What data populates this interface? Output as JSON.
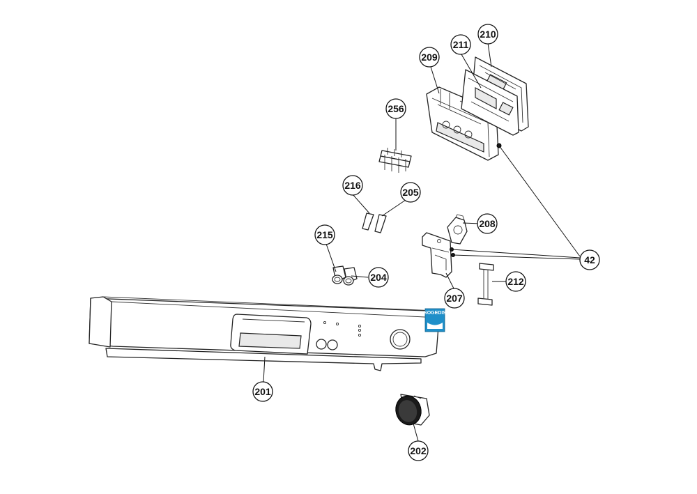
{
  "callouts": [
    {
      "id": "c210",
      "label": "210"
    },
    {
      "id": "c211",
      "label": "211"
    },
    {
      "id": "c209",
      "label": "209"
    },
    {
      "id": "c256",
      "label": "256"
    },
    {
      "id": "c216",
      "label": "216"
    },
    {
      "id": "c205",
      "label": "205"
    },
    {
      "id": "c208",
      "label": "208"
    },
    {
      "id": "c215",
      "label": "215"
    },
    {
      "id": "c42",
      "label": "42"
    },
    {
      "id": "c204",
      "label": "204"
    },
    {
      "id": "c212",
      "label": "212"
    },
    {
      "id": "c207",
      "label": "207"
    },
    {
      "id": "c201",
      "label": "201"
    },
    {
      "id": "c202",
      "label": "202"
    }
  ],
  "logo": {
    "text": "SOGEDIS",
    "color": "#1f8fc9"
  }
}
